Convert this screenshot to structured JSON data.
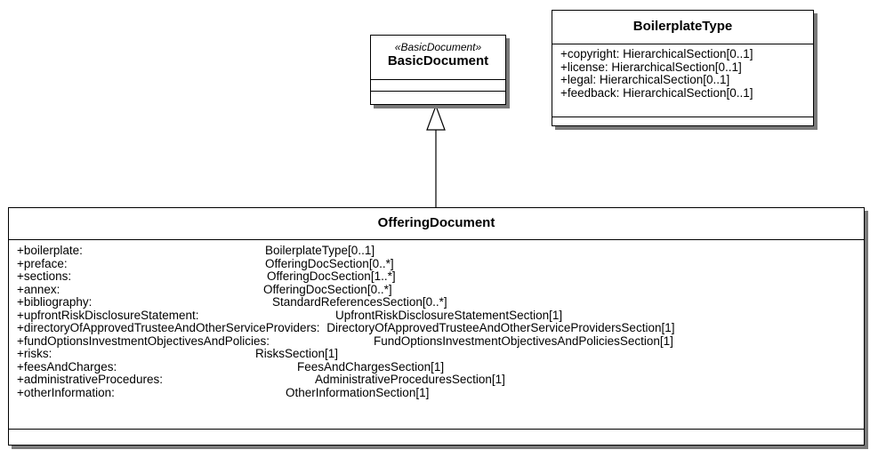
{
  "basic_document": {
    "stereotype": "«BasicDocument»",
    "name": "BasicDocument"
  },
  "boilerplate_type": {
    "name": "BoilerplateType",
    "attributes": [
      "+copyright: HierarchicalSection[0..1]",
      "+license: HierarchicalSection[0..1]",
      "+legal: HierarchicalSection[0..1]",
      "+feedback: HierarchicalSection[0..1]"
    ]
  },
  "offering_document": {
    "name": "OfferingDocument",
    "attributes": [
      {
        "name": "+boilerplate:",
        "type": "BoilerplateType[0..1]"
      },
      {
        "name": "+preface:",
        "type": "OfferingDocSection[0..*]"
      },
      {
        "name": "+sections:",
        "type": "OfferingDocSection[1..*]"
      },
      {
        "name": "+annex:",
        "type": "OfferingDocSection[0..*]"
      },
      {
        "name": "+bibliography:",
        "type": "StandardReferencesSection[0..*]"
      },
      {
        "name": "+upfrontRiskDisclosureStatement:",
        "type": "UpfrontRiskDisclosureStatementSection[1]"
      },
      {
        "name": "+directoryOfApprovedTrusteeAndOtherServiceProviders:",
        "type": "DirectoryOfApprovedTrusteeAndOtherServiceProvidersSection[1]"
      },
      {
        "name": "+fundOptionsInvestmentObjectivesAndPolicies:",
        "type": "FundOptionsInvestmentObjectivesAndPoliciesSection[1]"
      },
      {
        "name": "+risks:",
        "type": "RisksSection[1]"
      },
      {
        "name": "+feesAndCharges:",
        "type": "FeesAndChargesSection[1]"
      },
      {
        "name": "+administrativeProcedures:",
        "type": "AdministrativeProceduresSection[1]"
      },
      {
        "name": "+otherInformation:",
        "type": "OtherInformationSection[1]"
      }
    ]
  }
}
